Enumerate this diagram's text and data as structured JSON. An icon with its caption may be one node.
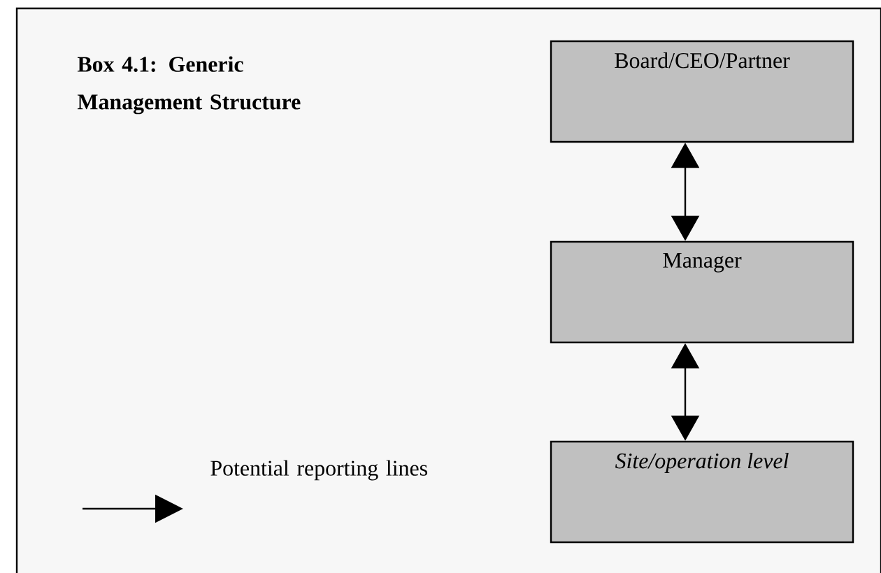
{
  "diagram": {
    "title": "Box 4.1: Generic Management Structure",
    "nodes": [
      {
        "text": [
          "Board/CEO/Partner"
        ]
      },
      {
        "text": [
          "Manager"
        ]
      },
      {
        "text": [
          "*Site/operation level*"
        ]
      }
    ],
    "edges": [
      {
        "from": 0,
        "to": 1,
        "arrow": "both"
      },
      {
        "from": 1,
        "to": 2,
        "arrow": "both"
      }
    ],
    "legend": [
      {
        "text": "Potential reporting lines"
      }
    ]
  }
}
